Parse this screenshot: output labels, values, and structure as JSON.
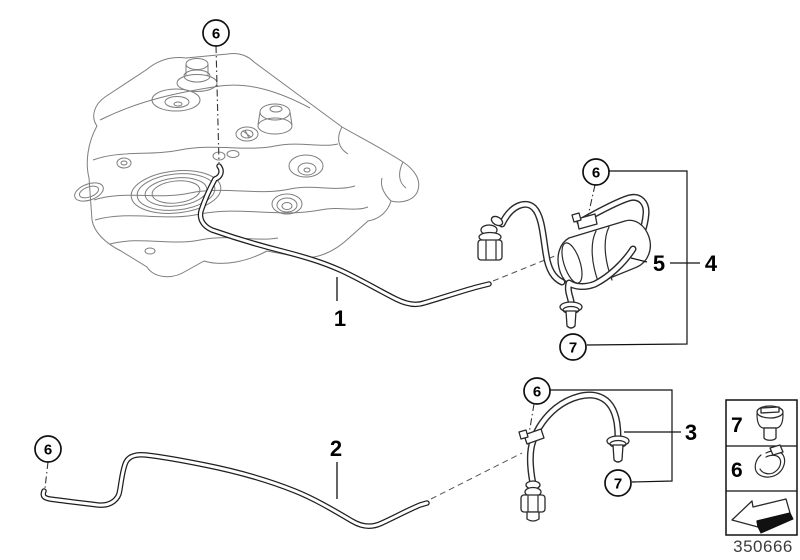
{
  "document": {
    "type": "vehicle-parts-diagram",
    "subject": "fuel tank ventilation lines with filter",
    "background": "#ffffff"
  },
  "diagram_number": "350666",
  "part_labels": {
    "p1": "1",
    "p2": "2",
    "p3": "3",
    "p4": "4",
    "p5": "5"
  },
  "callouts": {
    "tank_clip": "6",
    "filter_clip": "6",
    "filter_grommet": "7",
    "line2_clip": "6",
    "bracket_clip": "6",
    "bracket_grommet": "7"
  },
  "legend": {
    "row1_label": "7",
    "row1_icon": "grommet-plug-icon",
    "row2_label": "6",
    "row2_icon": "hose-clamp-icon",
    "row3_icon": "direction-arrow-icon"
  },
  "colors": {
    "tank_line": "#7e7e7e",
    "part_line": "#2a2a2a",
    "label_text": "#000000",
    "diagram_number_text": "#3d3d3d",
    "background": "#ffffff"
  }
}
